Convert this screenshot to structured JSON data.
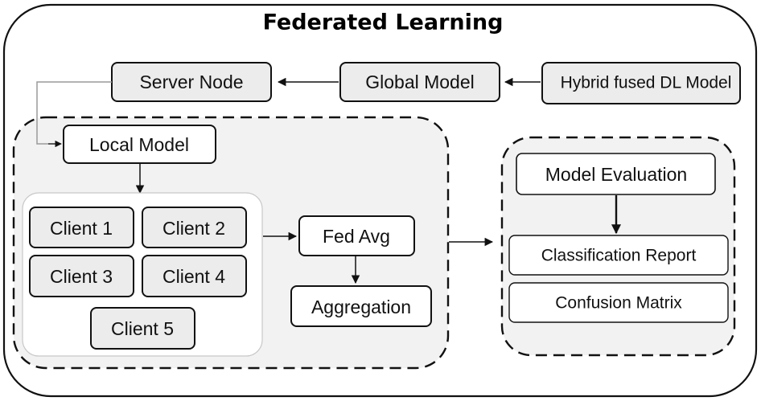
{
  "title": "Federated Learning",
  "nodes": {
    "server_node": "Server Node",
    "global_model": "Global Model",
    "hybrid_model": "Hybrid fused DL Model",
    "local_model": "Local Model",
    "clients": [
      "Client 1",
      "Client 2",
      "Client 3",
      "Client 4",
      "Client 5"
    ],
    "fed_avg": "Fed Avg",
    "aggregation": "Aggregation",
    "model_evaluation": "Model Evaluation",
    "classification_report": "Classification Report",
    "confusion_matrix": "Confusion Matrix"
  },
  "colors": {
    "box_fill": "#ececec",
    "white_box_fill": "#ffffff",
    "panel_fill": "#f2f2f2",
    "stroke": "#111111",
    "connector": "#9a9a9a"
  }
}
